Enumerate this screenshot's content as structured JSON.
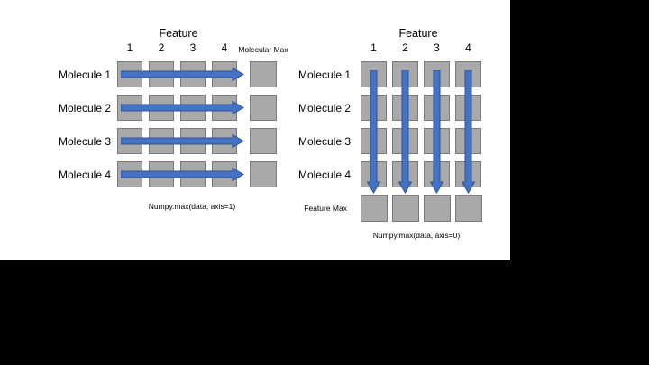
{
  "colors": {
    "canvas-bg": "#000000",
    "slide-bg": "#FFFFFF",
    "cell-fill": "#A9A9A9",
    "cell-border": "#7A7A7A",
    "arrow-fill": "#4472C4",
    "arrow-border": "#2F528F",
    "text": "#000000"
  },
  "left_panel": {
    "header": "Feature",
    "column_labels": [
      "1",
      "2",
      "3",
      "4"
    ],
    "row_labels": [
      "Molecule 1",
      "Molecule 2",
      "Molecule 3",
      "Molecule 4"
    ],
    "result_label": "Molecular Max",
    "caption": "Numpy.max(data, axis=1)",
    "grid": {
      "rows": 4,
      "cols": 4
    },
    "arrow_direction": "horizontal"
  },
  "right_panel": {
    "header": "Feature",
    "column_labels": [
      "1",
      "2",
      "3",
      "4"
    ],
    "row_labels": [
      "Molecule 1",
      "Molecule 2",
      "Molecule 3",
      "Molecule 4"
    ],
    "result_label": "Feature Max",
    "caption": "Numpy.max(data, axis=0)",
    "grid": {
      "rows": 4,
      "cols": 4
    },
    "arrow_direction": "vertical"
  }
}
